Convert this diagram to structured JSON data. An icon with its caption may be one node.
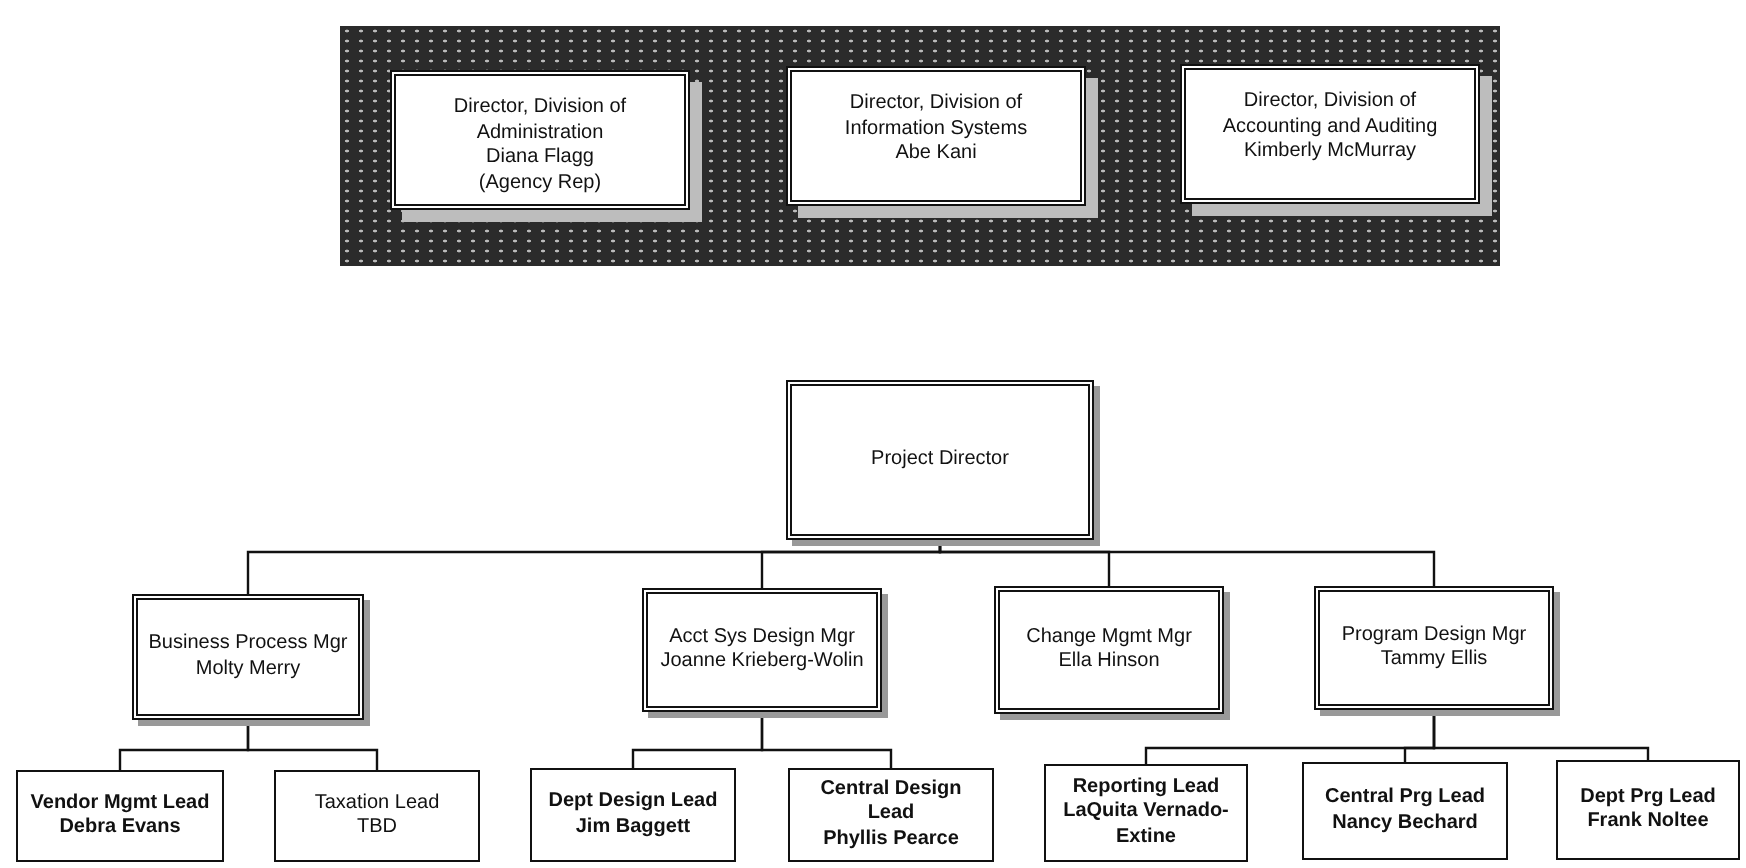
{
  "diagram": {
    "nodes": [
      {
        "text": [],
        "shape": "box"
      },
      {
        "text": [
          "Director, Division of Administration",
          "Diana Flagg",
          "(Agency Rep)"
        ],
        "in": 0
      },
      {
        "text": [
          "Director, Division of Information Systems",
          "Abe Kani"
        ],
        "in": 0
      },
      {
        "text": [
          "Director, Division of Accounting and Auditing",
          "Kimberly McMurray"
        ],
        "in": 0
      },
      {
        "text": [
          "Project Director"
        ]
      },
      {
        "text": [
          "Business Process Mgr",
          "Molty Merry"
        ]
      },
      {
        "text": [
          "Acct Sys Design Mgr",
          "Joanne Krieberg-Wolin"
        ]
      },
      {
        "text": [
          "Change Mgmt Mgr",
          "Ella Hinson"
        ]
      },
      {
        "text": [
          "Program Design Mgr",
          "Tammy Ellis"
        ]
      },
      {
        "text": [
          "Vendor Mgmt Lead",
          "Debra Evans"
        ]
      },
      {
        "text": [
          "Taxation Lead",
          "TBD"
        ]
      },
      {
        "text": [
          "Dept Design Lead",
          "Jim Baggett"
        ]
      },
      {
        "text": [
          "Central Design Lead",
          "Phyllis Pearce"
        ]
      },
      {
        "text": [
          "Reporting Lead",
          "LaQuita Vernado-Extine"
        ]
      },
      {
        "text": [
          "Central Prg Lead",
          "Nancy Bechard"
        ]
      },
      {
        "text": [
          "Dept Prg Lead",
          "Frank Noltee"
        ]
      }
    ],
    "edges": [
      {
        "from": 4,
        "to": 5,
        "arrow": "none"
      },
      {
        "from": 4,
        "to": 6,
        "arrow": "none"
      },
      {
        "from": 4,
        "to": 7,
        "arrow": "none"
      },
      {
        "from": 4,
        "to": 8,
        "arrow": "none"
      },
      {
        "from": 5,
        "to": 9,
        "arrow": "none"
      },
      {
        "from": 5,
        "to": 10,
        "arrow": "none"
      },
      {
        "from": 6,
        "to": 11,
        "arrow": "none"
      },
      {
        "from": 6,
        "to": 12,
        "arrow": "none"
      },
      {
        "from": 8,
        "to": 13,
        "arrow": "none"
      },
      {
        "from": 8,
        "to": 14,
        "arrow": "none"
      },
      {
        "from": 8,
        "to": 15,
        "arrow": "none"
      }
    ]
  }
}
